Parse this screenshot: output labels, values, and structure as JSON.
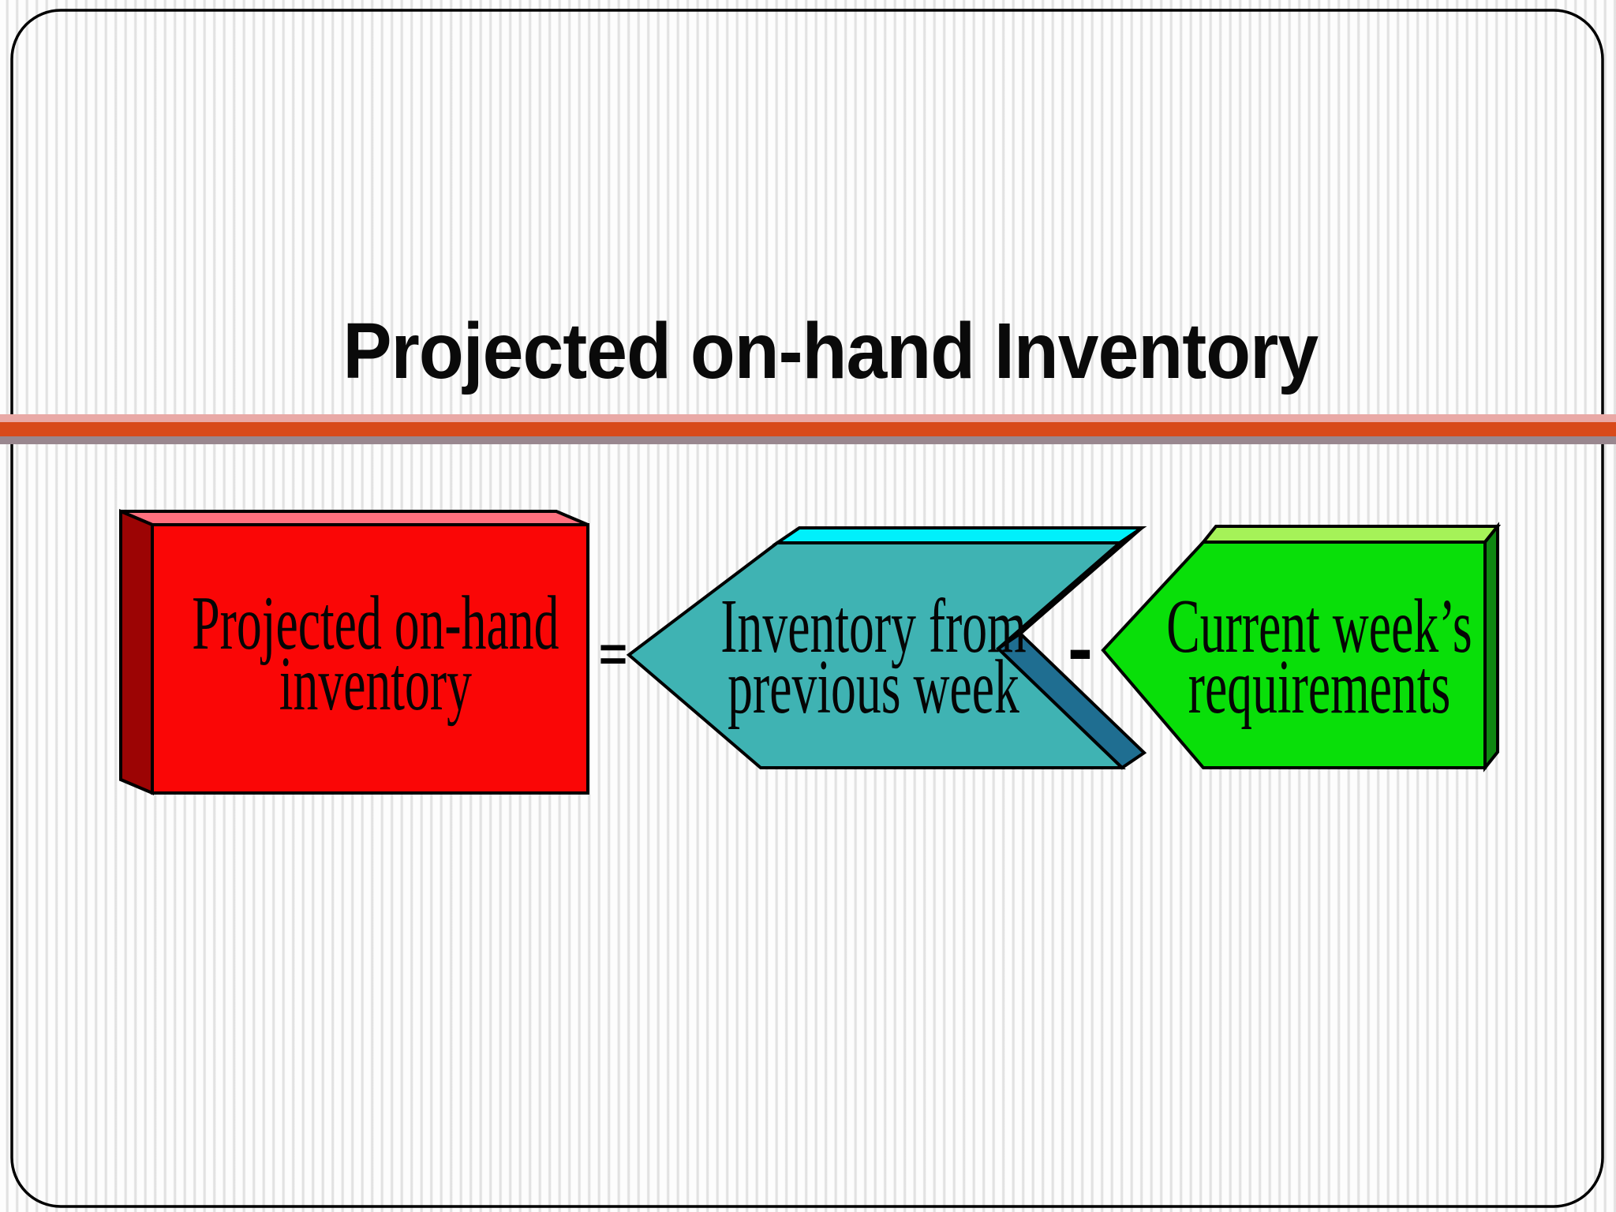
{
  "slide": {
    "title": "Projected on-hand Inventory",
    "stripe_color": "#e2e2e2",
    "border_color": "#000000",
    "divider": {
      "top_color": "#E9A9A6",
      "middle_color": "#D84A1B",
      "bottom_color": "#99878F"
    }
  },
  "equation": {
    "result": {
      "line1": "Projected on-hand",
      "line2": "inventory",
      "front_color": "#FA0606",
      "top_color": "#FF707E",
      "side_color": "#9C0404"
    },
    "equals": "=",
    "operand1": {
      "line1": "Inventory from",
      "line2": "previous week",
      "front_color": "#3FB3B3",
      "top_color": "#00F0FB",
      "side_color": "#1F6E91"
    },
    "minus": "-",
    "operand2": {
      "line1": "Current week’s",
      "line2": "requirements",
      "front_color": "#09DF09",
      "top_color": "#A5F258",
      "side_color": "#0F8712"
    }
  }
}
